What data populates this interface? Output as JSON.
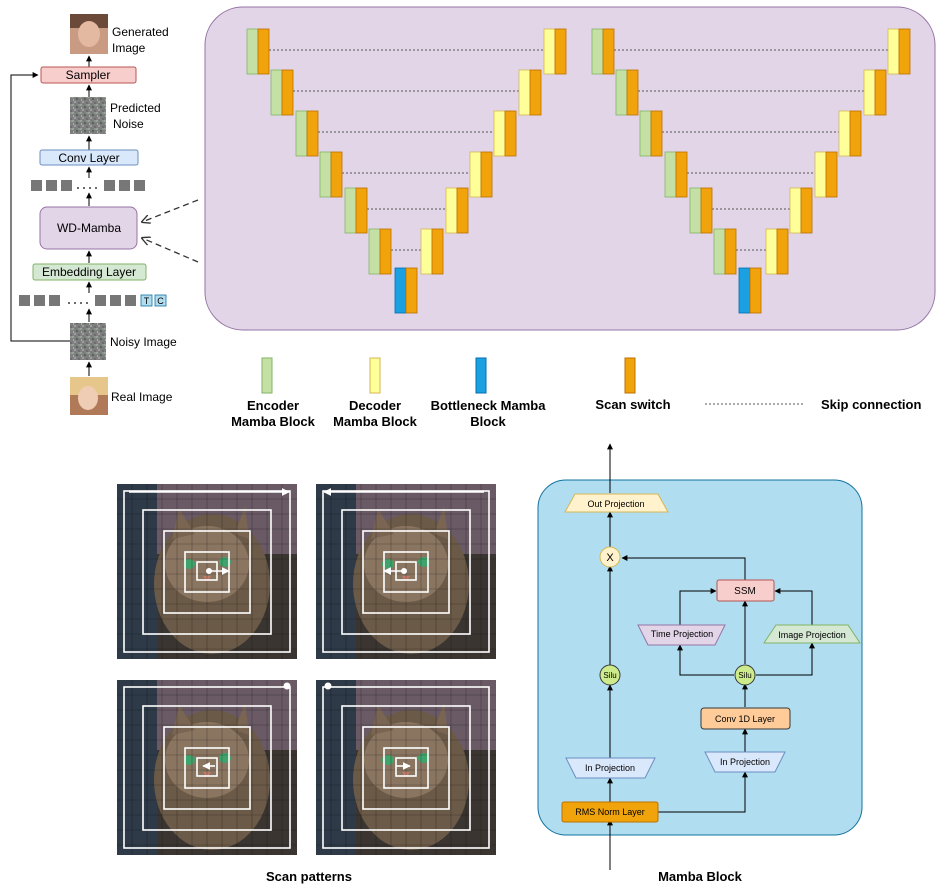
{
  "pipeline": {
    "generated_image": "Generated Image",
    "sampler": "Sampler",
    "predicted_noise": "Predicted Noise",
    "conv_layer": "Conv Layer",
    "wd_mamba": "WD-Mamba",
    "embedding_layer": "Embedding Layer",
    "token_t": "T",
    "token_c": "C",
    "noisy_image": "Noisy Image",
    "real_image": "Real Image"
  },
  "legend": {
    "encoder": "Encoder Mamba Block",
    "decoder": "Decoder Mamba Block",
    "bottleneck": "Bottleneck Mamba Block",
    "scan_switch": "Scan switch",
    "skip": "Skip connection"
  },
  "colors": {
    "encoder": "#c5e0a5",
    "decoder": "#ffff99",
    "bottleneck": "#1ba1e2",
    "scan_switch": "#f0a30a",
    "unet_panel": "#e1d5e7",
    "mamba_panel": "#b1ddf0"
  },
  "mamba_block": {
    "out_projection": "Out Projection",
    "multiply": "X",
    "ssm": "SSM",
    "time_projection": "Time Projection",
    "image_projection": "Image Projection",
    "silu_left": "Silu",
    "silu_right": "Silu",
    "conv1d": "Conv 1D Layer",
    "in_projection_left": "In Projection",
    "in_projection_right": "In Projection",
    "rms_norm": "RMS Norm Layer",
    "caption": "Mamba Block"
  },
  "scan_caption": "Scan patterns"
}
